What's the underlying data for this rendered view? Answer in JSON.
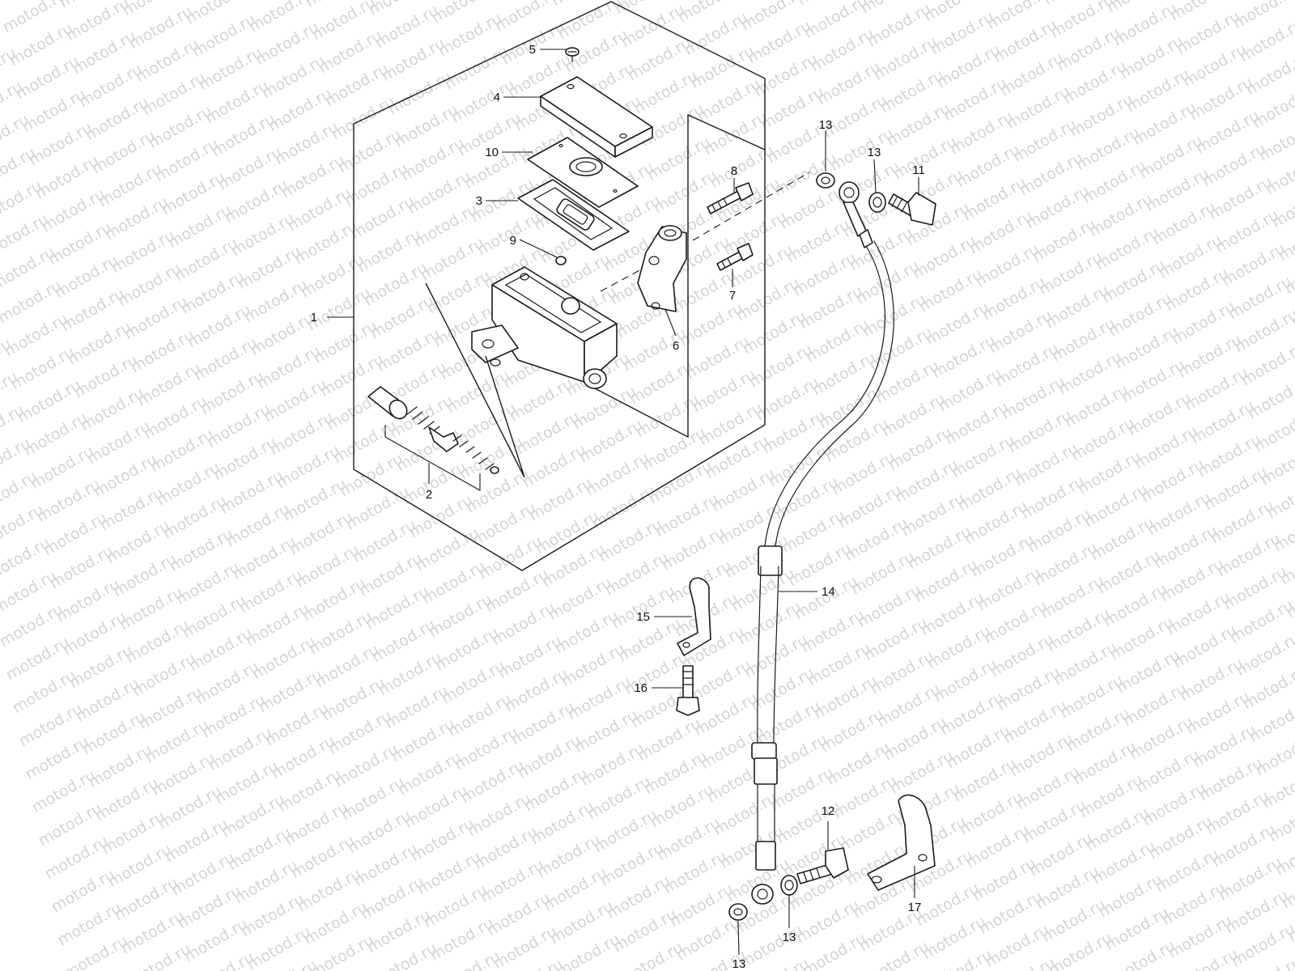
{
  "watermark": {
    "text": "motod.ru"
  },
  "callouts": [
    {
      "id": "c1",
      "label": "1"
    },
    {
      "id": "c2",
      "label": "2"
    },
    {
      "id": "c3",
      "label": "3"
    },
    {
      "id": "c4",
      "label": "4"
    },
    {
      "id": "c5",
      "label": "5"
    },
    {
      "id": "c6",
      "label": "6"
    },
    {
      "id": "c7",
      "label": "7"
    },
    {
      "id": "c8",
      "label": "8"
    },
    {
      "id": "c9",
      "label": "9"
    },
    {
      "id": "c10",
      "label": "10"
    },
    {
      "id": "c11",
      "label": "11"
    },
    {
      "id": "c12",
      "label": "12"
    },
    {
      "id": "c13a",
      "label": "13"
    },
    {
      "id": "c13b",
      "label": "13"
    },
    {
      "id": "c13c",
      "label": "13"
    },
    {
      "id": "c13d",
      "label": "13"
    },
    {
      "id": "c14",
      "label": "14"
    },
    {
      "id": "c15",
      "label": "15"
    },
    {
      "id": "c16",
      "label": "16"
    },
    {
      "id": "c17",
      "label": "17"
    }
  ]
}
